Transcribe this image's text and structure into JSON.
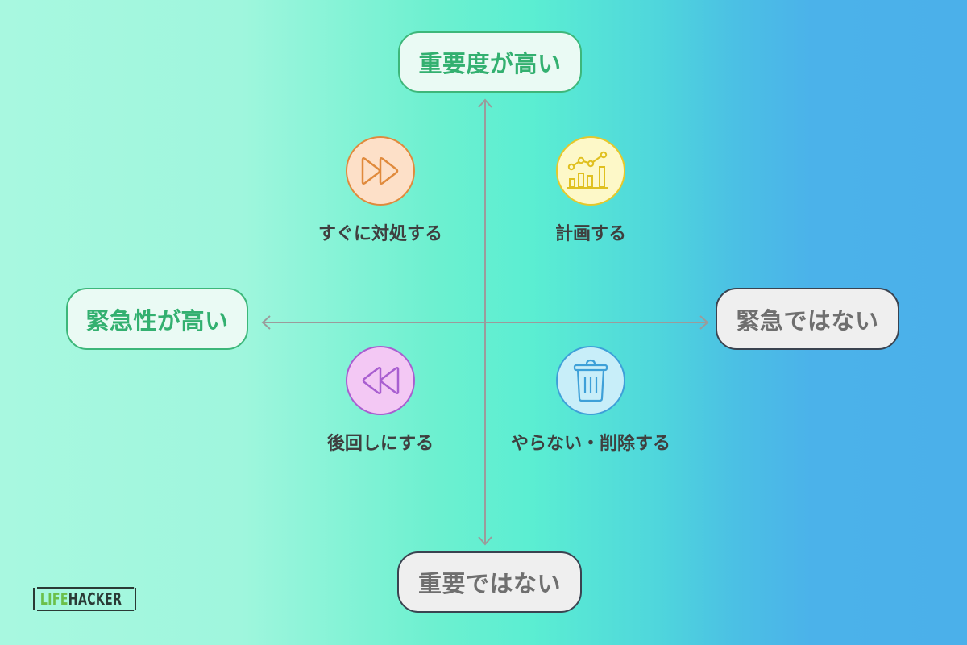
{
  "axes": {
    "top_label": "重要度が高い",
    "bottom_label": "重要ではない",
    "left_label": "緊急性が高い",
    "right_label": "緊急ではない",
    "axis_color": "#9b9b9b"
  },
  "quadrants": [
    {
      "position": "top-left",
      "label": "すぐに対処する",
      "icon": "fast-forward-icon",
      "fill": "#fde0c8",
      "stroke": "#e08a3c"
    },
    {
      "position": "top-right",
      "label": "計画する",
      "icon": "growth-chart-icon",
      "fill": "#fdf8c8",
      "stroke": "#e6c82a"
    },
    {
      "position": "bottom-left",
      "label": "後回しにする",
      "icon": "rewind-icon",
      "fill": "#f3c8f4",
      "stroke": "#a85ed0"
    },
    {
      "position": "bottom-right",
      "label": "やらない・削除する",
      "icon": "trash-can-icon",
      "fill": "#c8eef9",
      "stroke": "#3ea0d8"
    }
  ],
  "colors": {
    "high_text": "#33b070",
    "high_border": "#3db77a",
    "low_text": "#6f6f6f",
    "low_border": "#3a4350",
    "bg_left": "#a8f8e0",
    "bg_right": "#4bb0ea"
  },
  "logo": {
    "part1": "LIFE",
    "part2": "HACKER"
  }
}
